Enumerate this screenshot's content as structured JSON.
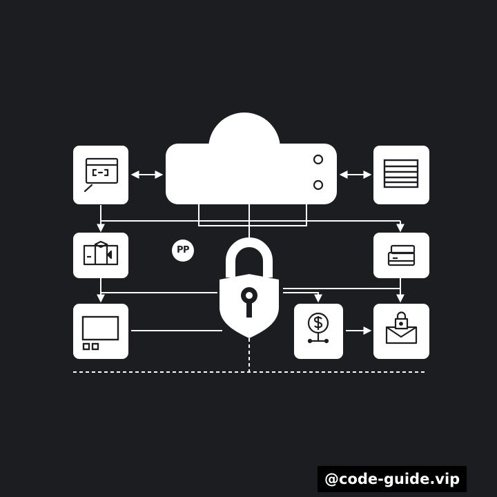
{
  "colors": {
    "background": "#1c1d21",
    "foreground": "#ffffff"
  },
  "badge": {
    "text": "PP"
  },
  "watermark": {
    "text": "@code-guide.vip"
  },
  "nodes": [
    {
      "id": "cloud-server",
      "icon": "cloud-server-icon"
    },
    {
      "id": "payment-terminal",
      "icon": "payment-terminal-icon"
    },
    {
      "id": "document-list",
      "icon": "document-list-icon"
    },
    {
      "id": "box-package",
      "icon": "box-package-icon"
    },
    {
      "id": "credit-cards",
      "icon": "credit-cards-icon"
    },
    {
      "id": "monitor",
      "icon": "monitor-icon"
    },
    {
      "id": "dollar-coin",
      "icon": "dollar-coin-icon"
    },
    {
      "id": "secure-envelope",
      "icon": "secure-envelope-icon"
    },
    {
      "id": "security-lock",
      "icon": "shield-lock-icon"
    }
  ]
}
